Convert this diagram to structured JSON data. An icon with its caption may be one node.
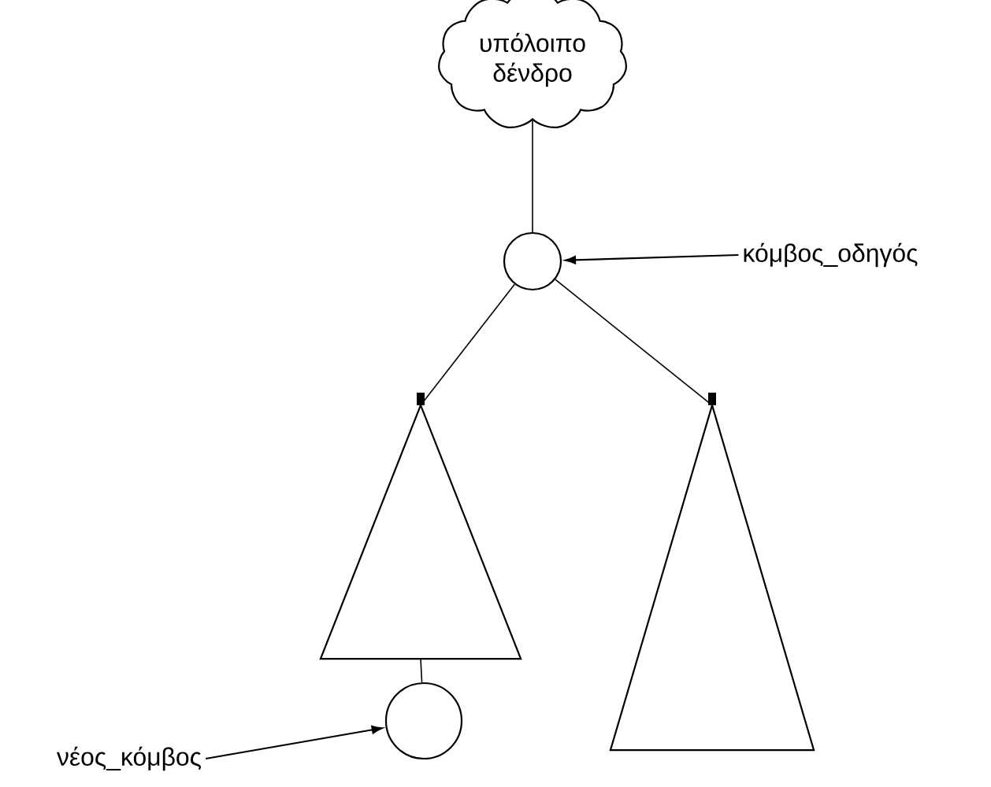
{
  "diagram": {
    "nodes": [
      {
        "text": [
          "υπόλοιπο δένδρο"
        ]
      },
      {
        "text": [],
        "shape": "circle"
      },
      {
        "text": [
          "κόμβος_οδηγός"
        ]
      },
      {
        "text": [],
        "shape": "triangle"
      },
      {
        "text": [],
        "shape": "triangle"
      },
      {
        "text": [],
        "shape": "circle"
      },
      {
        "text": [
          "νέος_κόμβος"
        ]
      }
    ],
    "edges": [
      {
        "from": 0,
        "to": 1,
        "arrow": "none"
      },
      {
        "from": 2,
        "to": 1,
        "arrow": "to"
      },
      {
        "from": 1,
        "to": 3,
        "arrow": "none"
      },
      {
        "from": 1,
        "to": 4,
        "arrow": "none"
      },
      {
        "from": 3,
        "to": 5,
        "arrow": "none"
      },
      {
        "from": 6,
        "to": 5,
        "arrow": "to"
      }
    ]
  }
}
